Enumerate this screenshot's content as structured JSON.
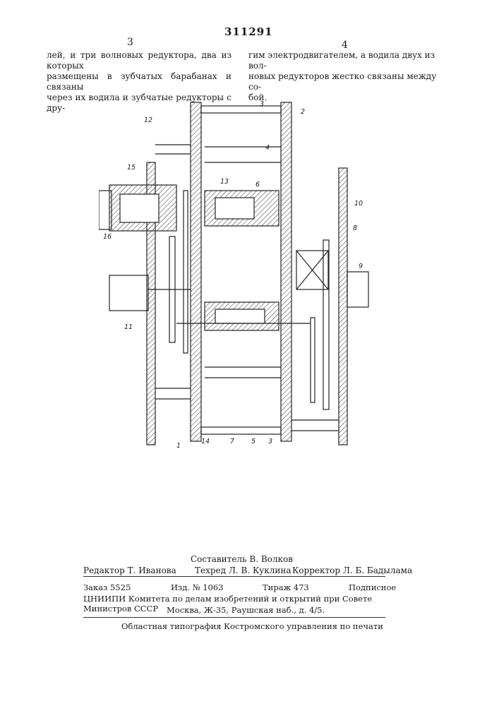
{
  "header": {
    "patent_number": "311291",
    "col_left": "3",
    "col_right": "4"
  },
  "text": {
    "left_lines": [
      "лей, и три волновых редуктора, два из которых",
      "размещены в зубчатых барабанах и связаны",
      "через их водила и зубчатые редукторы с дру-"
    ],
    "right_lines": [
      "гим электродвигателем, а водила двух из вол-",
      "новых редукторов жестко связаны между со-",
      "бой."
    ]
  },
  "drawing": {
    "labels": [
      "12",
      "15",
      "16",
      "11",
      "13",
      "6",
      "3",
      "2",
      "4",
      "10",
      "8",
      "9",
      "1",
      "14",
      "7",
      "5",
      "3"
    ]
  },
  "credits": {
    "composer": "Составитель В. Волков",
    "editor": "Редактор Т. Иванова",
    "techred": "Техред Л. В. Куклина",
    "corrector": "Корректор Л. Б. Бадылама",
    "order": "Заказ 5525",
    "edition_no": "Изд. № 1063",
    "circulation": "Тираж 473",
    "subscription": "Подписное",
    "institute": "ЦНИИПИ Комитета по делам изобретений и открытий при Совете Министров СССР",
    "address": "Москва, Ж-35, Раушская наб., д. 4/5.",
    "printer": "Областная типография Костромского управления по печати"
  }
}
